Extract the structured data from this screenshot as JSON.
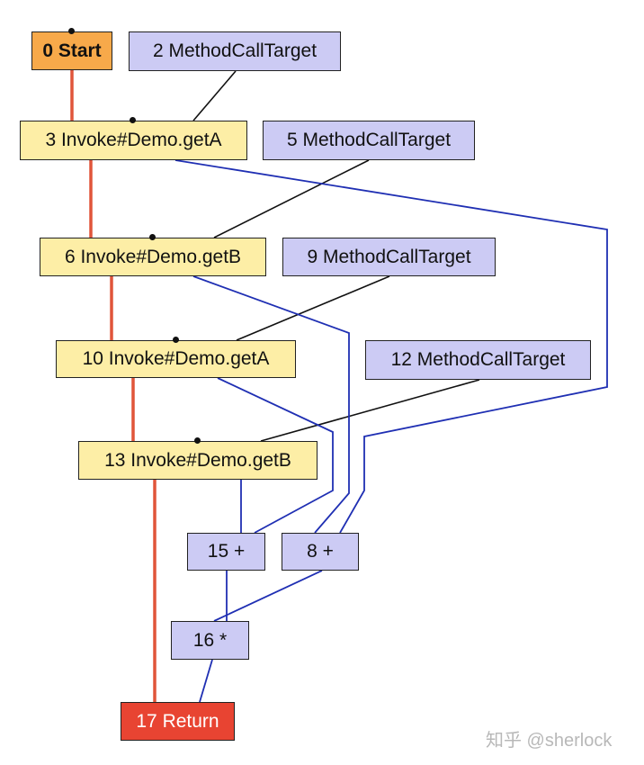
{
  "nodes": {
    "start": "0 Start",
    "mct2": "2 MethodCallTarget",
    "inv3": "3 Invoke#Demo.getA",
    "mct5": "5 MethodCallTarget",
    "inv6": "6 Invoke#Demo.getB",
    "mct9": "9 MethodCallTarget",
    "inv10": "10 Invoke#Demo.getA",
    "mct12": "12 MethodCallTarget",
    "inv13": "13 Invoke#Demo.getB",
    "add15": "15 +",
    "add8": "8 +",
    "mul16": "16 *",
    "ret17": "17 Return"
  },
  "colors": {
    "control_edge": "#e0553a",
    "data_edge": "#1f2fb3",
    "target_edge": "#111111",
    "start": "#f7a94a",
    "invoke": "#fdeea6",
    "target": "#cccbf4",
    "return": "#e84432"
  },
  "watermark": "知乎 @sherlock"
}
